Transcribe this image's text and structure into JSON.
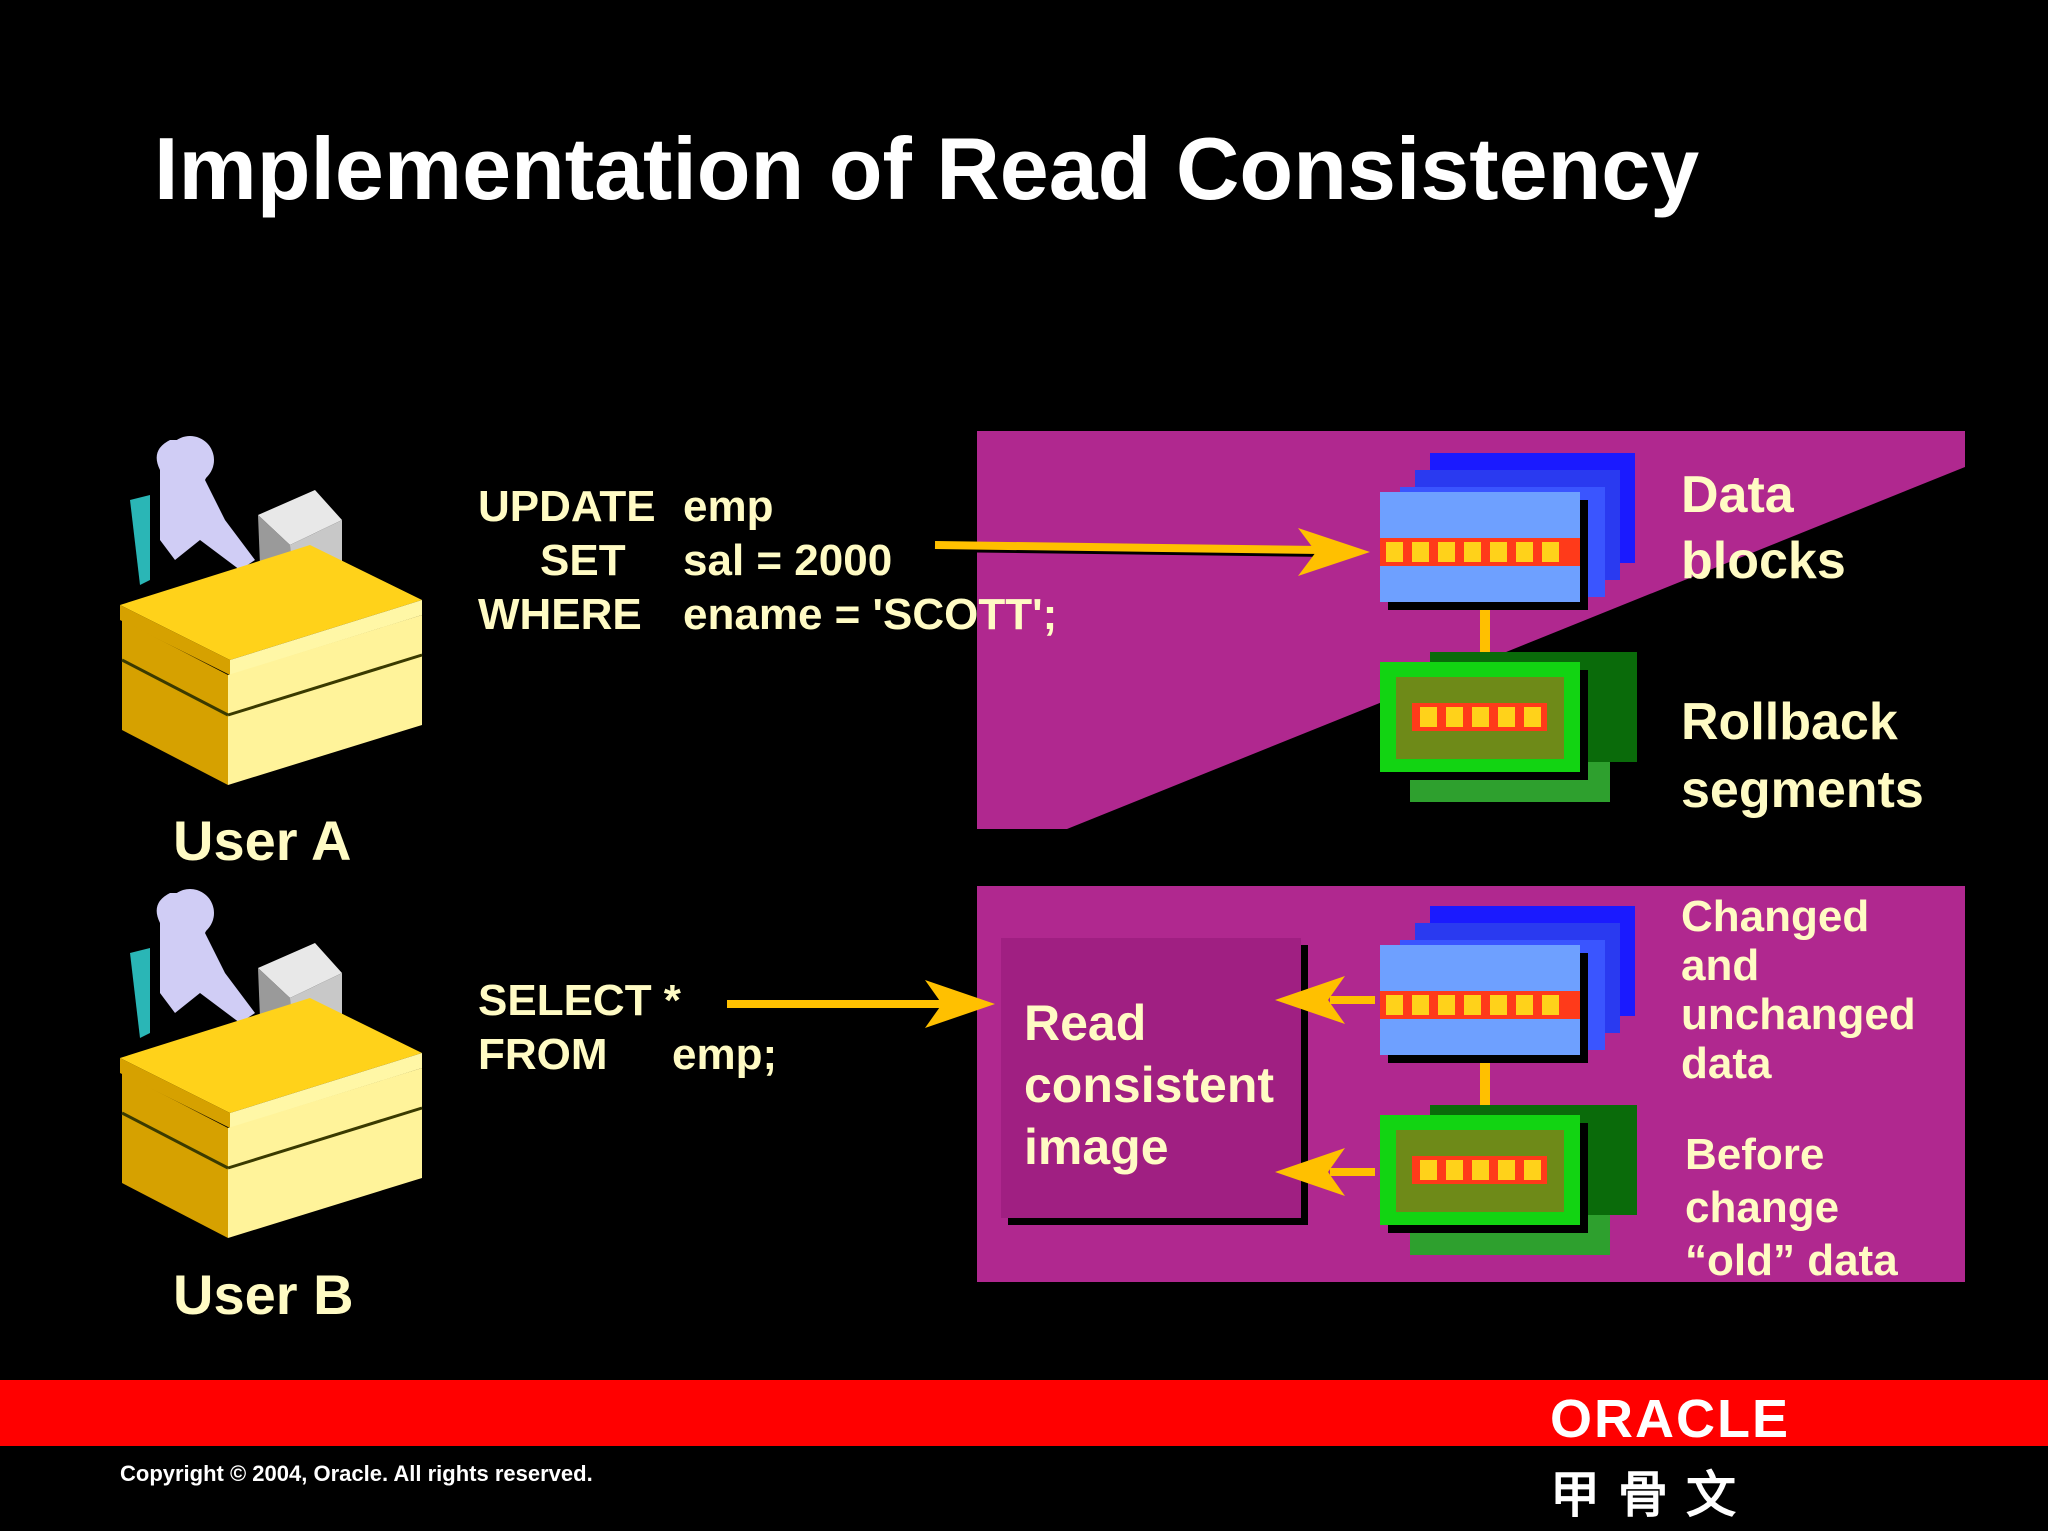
{
  "slide": {
    "title": "Implementation of Read Consistency"
  },
  "users": {
    "a_label": "User A",
    "b_label": "User B"
  },
  "update_sql": {
    "line1_kw": "UPDATE",
    "line1_val": "emp",
    "line2_kw": "SET",
    "line2_val": "sal = 2000",
    "line3_kw": "WHERE",
    "line3_val": "ename = 'SCOTT';"
  },
  "select_sql": {
    "line1": "SELECT *",
    "line2_kw": "FROM",
    "line2_val": "emp;"
  },
  "top_panel": {
    "data_blocks_line1": "Data",
    "data_blocks_line2": "blocks",
    "rollback_line1": "Rollback",
    "rollback_line2": "segments"
  },
  "bottom_panel": {
    "read_line1": "Read",
    "read_line2": "consistent",
    "read_line3": "image",
    "changed_line1": "Changed",
    "changed_line2": "and",
    "changed_line3": "unchanged",
    "changed_line4": "data",
    "before_line1": "Before",
    "before_line2": "change",
    "before_line3": "“old” data"
  },
  "footer": {
    "copyright": "Copyright © 2004, Oracle.  All rights reserved.",
    "oracle_logo": "ORACLE",
    "cn_logo": "甲骨文"
  },
  "colors": {
    "background": "#000000",
    "panel_magenta": "#b0288f",
    "label_yellow": "#fffbc4",
    "arrow_yellow": "#ffc000",
    "footer_red": "#ff0000",
    "block_blue": "#5b8cff",
    "rollback_green": "#12d412"
  },
  "icons": [
    "user-at-desk-icon",
    "data-block-stack-icon",
    "rollback-segment-stack-icon",
    "arrow-icon"
  ]
}
